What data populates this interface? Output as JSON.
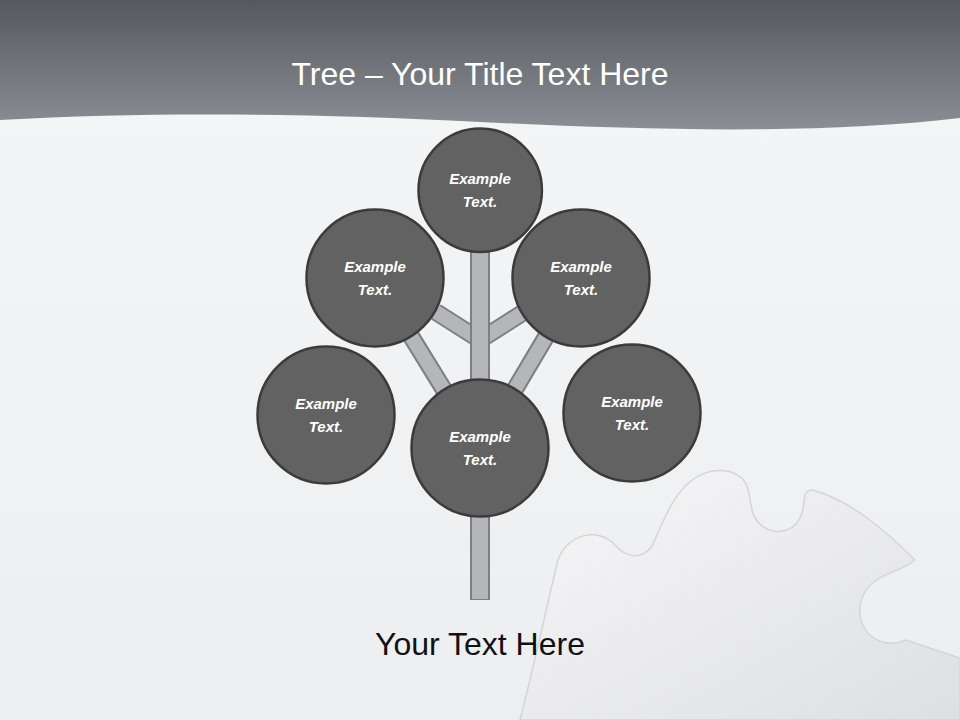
{
  "diagram": {
    "title": "Tree – Your Title Text Here",
    "caption": "Your Text Here",
    "nodes": [
      {
        "text": [
          "Example Text."
        ]
      },
      {
        "text": [
          "Example Text."
        ]
      },
      {
        "text": [
          "Example Text."
        ]
      },
      {
        "text": [
          "Example Text."
        ]
      },
      {
        "text": [
          "Example Text."
        ]
      },
      {
        "text": [
          "Example Text."
        ]
      }
    ],
    "edges": [
      {
        "from": 5,
        "to": 0,
        "arrow": "none"
      },
      {
        "from": 5,
        "to": 1,
        "arrow": "none"
      },
      {
        "from": 5,
        "to": 2,
        "arrow": "none"
      }
    ]
  }
}
